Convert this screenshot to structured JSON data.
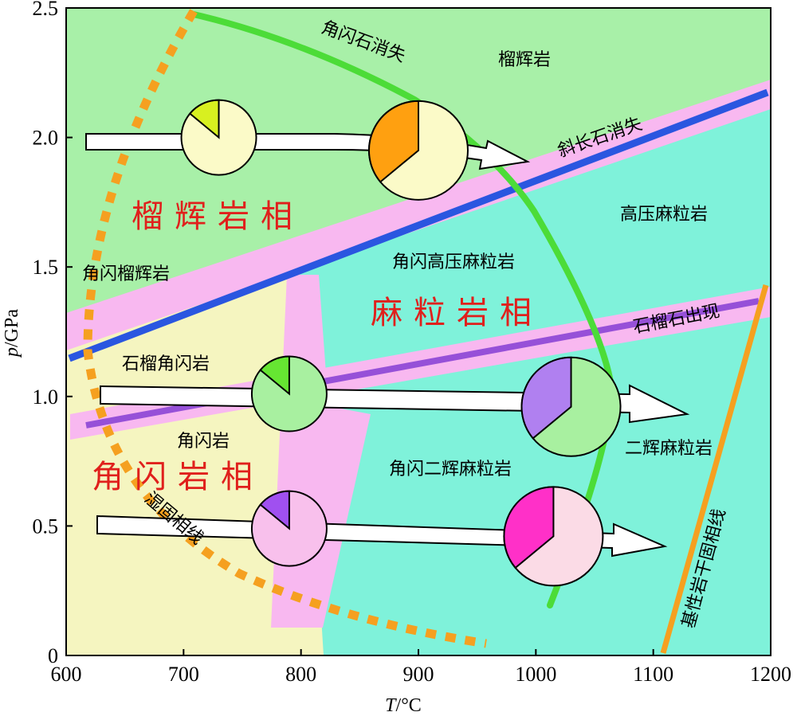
{
  "axes": {
    "x_label_italic": "T",
    "x_label_unit": "/°C",
    "y_label_italic": "p",
    "y_label_unit": "/GPa",
    "x_ticks": [
      "600",
      "700",
      "800",
      "900",
      "1000",
      "1100",
      "1200"
    ],
    "y_ticks": [
      "0",
      "0.5",
      "1.0",
      "1.5",
      "2.0",
      "2.5"
    ],
    "x_range": [
      600,
      1200
    ],
    "y_range": [
      0,
      2.5
    ]
  },
  "facies": {
    "granulite_garnet": "榴辉岩相",
    "granulite": "麻粒岩相",
    "amphibolite": "角闪岩相"
  },
  "rocks": {
    "eclogite": "榴辉岩",
    "hp_granulite": "高压麻粒岩",
    "amph_eclogite": "角闪榴辉岩",
    "amph_hp_granulite": "角闪高压麻粒岩",
    "garnet_amphibolite": "石榴角闪岩",
    "amphibolite": "角闪岩",
    "amph_two_px_granulite": "角闪二辉麻粒岩",
    "two_px_granulite": "二辉麻粒岩"
  },
  "boundaries": {
    "hornblende_out": "角闪石消失",
    "plagioclase_out": "斜长石消失",
    "garnet_in": "石榴石出现",
    "wet_solidus": "湿固相线",
    "dry_solidus": "基性岩干固相线"
  },
  "colors": {
    "eclogite_field": "#a8f0a8",
    "granulite_field": "#7ff2da",
    "amphibolite_field": "#f5f5c0",
    "transition_band": "#f8b8f0",
    "hornblende_out_line": "#4cdc38",
    "plagioclase_out_line": "#2a56e0",
    "garnet_in_line": "#9650d8",
    "solidus_line": "#f5a020"
  },
  "pies": [
    {
      "name": "pie-eclogite-low-t",
      "t": 730,
      "p": 2.0,
      "fraction": 0.14,
      "fill": "#fbfac8",
      "slice": "#d8f020"
    },
    {
      "name": "pie-eclogite-high-t",
      "t": 900,
      "p": 1.95,
      "fraction": 0.36,
      "fill": "#fbfac8",
      "slice": "#ffa010"
    },
    {
      "name": "pie-granulite-low-t",
      "t": 790,
      "p": 1.01,
      "fraction": 0.14,
      "fill": "#a8f0a0",
      "slice": "#66e632"
    },
    {
      "name": "pie-granulite-high-t",
      "t": 1030,
      "p": 0.96,
      "fraction": 0.36,
      "fill": "#a8f0a0",
      "slice": "#b080f0"
    },
    {
      "name": "pie-amphibolite-low-t",
      "t": 790,
      "p": 0.49,
      "fraction": 0.14,
      "fill": "#f8c0ec",
      "slice": "#a050f0"
    },
    {
      "name": "pie-amphibolite-high-t",
      "t": 1015,
      "p": 0.46,
      "fraction": 0.36,
      "fill": "#fbdbe6",
      "slice": "#ff30c8"
    }
  ]
}
